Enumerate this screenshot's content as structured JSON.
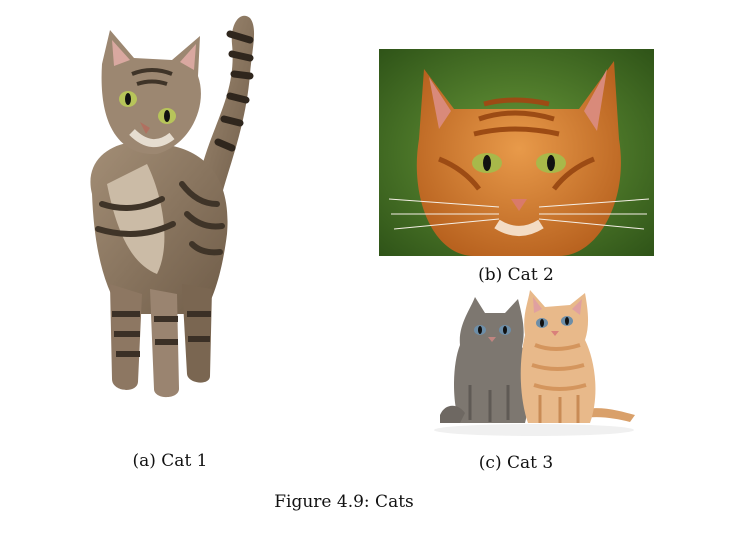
{
  "document": {
    "subfigures": [
      {
        "label": "(a) Cat 1",
        "subject": "tabby-cat-standing-photo"
      },
      {
        "label": "(b) Cat 2",
        "subject": "orange-cat-face-photo"
      },
      {
        "label": "(c) Cat 3",
        "subject": "two-kittens-sitting-photo"
      }
    ],
    "figure_caption": "Figure 4.9: Cats"
  },
  "colors": {
    "tabby_base": "#8a7560",
    "tabby_dark": "#3f3428",
    "orange_base": "#d9822b",
    "orange_dark": "#a3541a",
    "green_bg": "#4f7a28",
    "gray_kitten": "#7d7770",
    "cream_kitten": "#e8b98a"
  }
}
